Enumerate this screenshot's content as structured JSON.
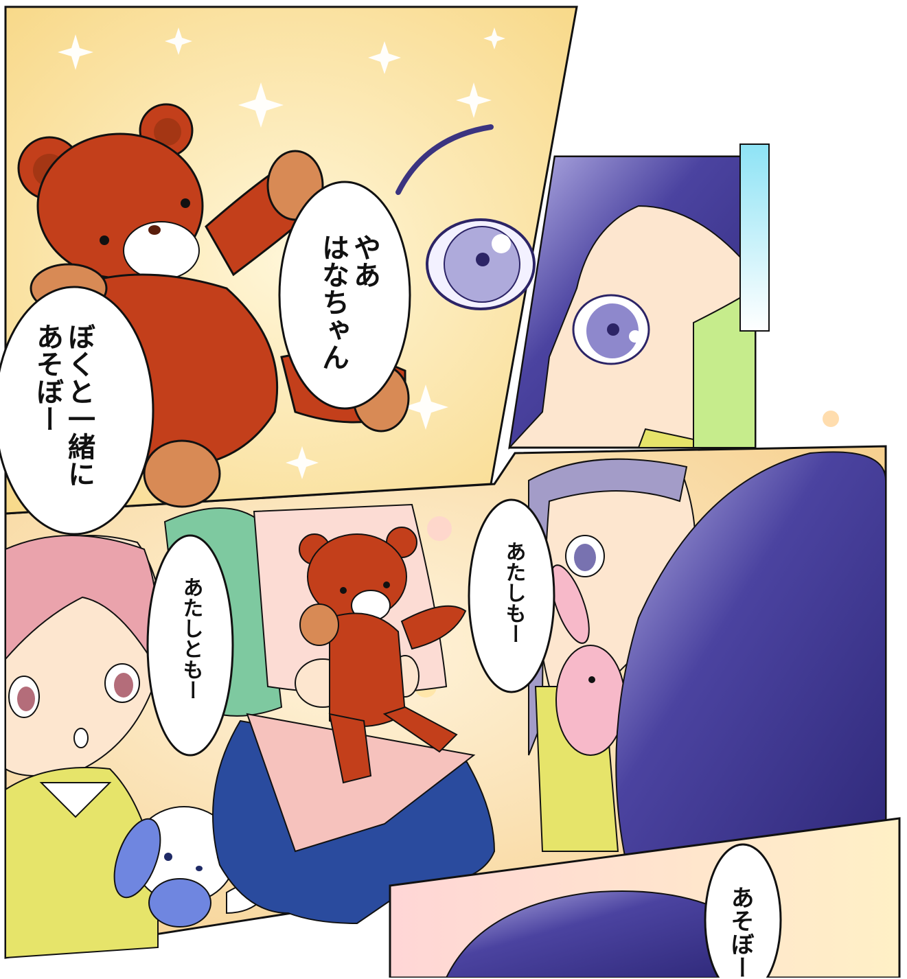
{
  "page": {
    "panels": [
      {
        "id": "bear-panel",
        "description_name": "teddy-bear-panel"
      },
      {
        "id": "girl-closeup-panel",
        "description_name": "blue-haired-girl-closeup"
      },
      {
        "id": "group-panel",
        "description_name": "children-group-panel"
      },
      {
        "id": "bottom-panel",
        "description_name": "bottom-panel"
      }
    ],
    "bubbles": {
      "bear_greeting": {
        "lines": [
          "やあ",
          "はなちゃん"
        ]
      },
      "bear_invite": {
        "lines": [
          "ぼくと一緒に",
          "あそぼー"
        ]
      },
      "girl_right": {
        "lines": [
          "あたしもー"
        ]
      },
      "girl_left": {
        "lines": [
          "あたしともー"
        ]
      },
      "bottom": {
        "lines": [
          "あそぼー"
        ]
      }
    }
  },
  "colors": {
    "bear": "#c33f1b",
    "bear_paw": "#d88a55",
    "hair_blue": "#4a3f9a",
    "hair_pink": "#e8a0a8",
    "sparkle_bg": "#fbe6a6",
    "sweater_yellow": "#e7e86a",
    "jacket_green": "#6fc49a"
  }
}
